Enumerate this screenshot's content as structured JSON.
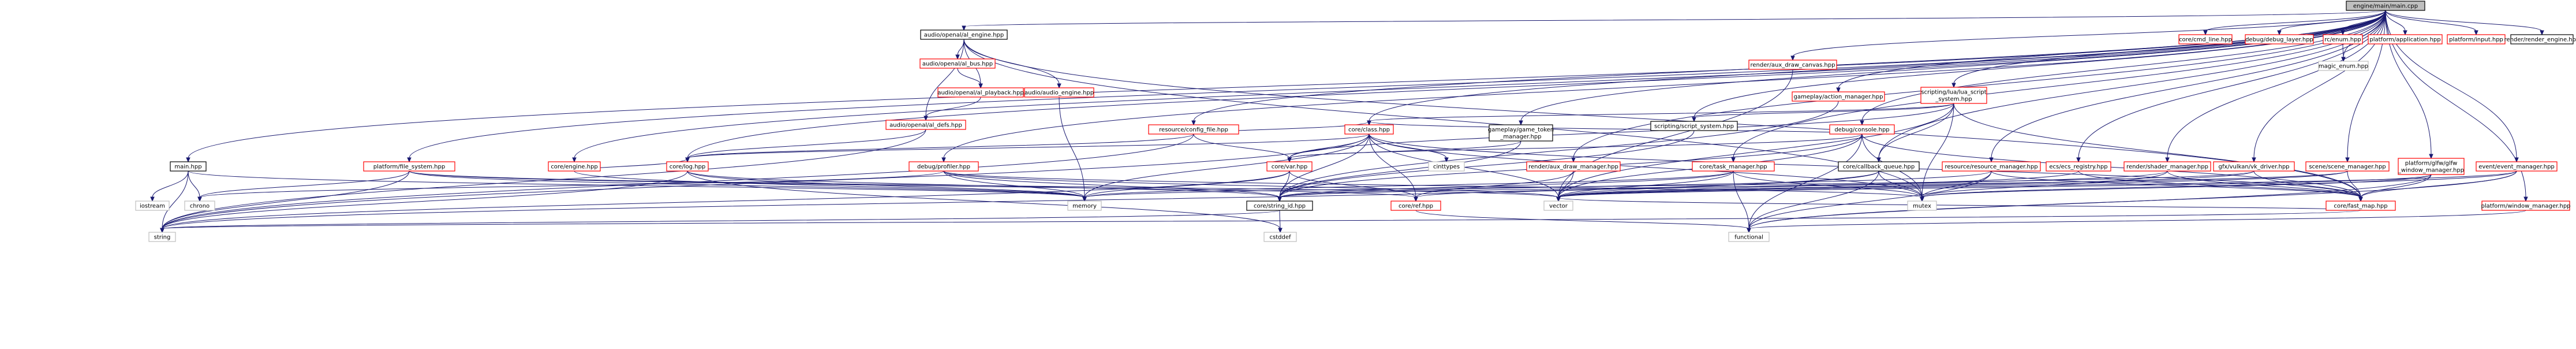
{
  "graph": {
    "root": "engine/main/main.cpp",
    "colors": {
      "root_fill": "#bfbfbf",
      "root_border": "#000000",
      "documented_border": "#000000",
      "undocumented_border": "#ff0000",
      "system_border": "#bfbfbf",
      "edge": "#191970"
    },
    "nodes": [
      {
        "id": "root",
        "label": "engine/main/main.cpp",
        "kind": "root"
      },
      {
        "id": "core_cmd_line",
        "label": "core/cmd_line.hpp",
        "kind": "undocumented"
      },
      {
        "id": "debug_debug_layer",
        "label": "debug/debug_layer.hpp",
        "kind": "undocumented"
      },
      {
        "id": "rc_enum",
        "label": "rc/enum.hpp",
        "kind": "undocumented"
      },
      {
        "id": "platform_application",
        "label": "platform/application.hpp",
        "kind": "undocumented"
      },
      {
        "id": "platform_input",
        "label": "platform/input.hpp",
        "kind": "undocumented"
      },
      {
        "id": "render_render_engine",
        "label": "render/render_engine.hpp",
        "kind": "documented"
      },
      {
        "id": "magic_enum",
        "label": "magic_enum.hpp",
        "kind": "system"
      },
      {
        "id": "audio_engine_openal",
        "label": "audio/openal/al_engine.hpp",
        "kind": "documented"
      },
      {
        "id": "audio_al_bus",
        "label": "audio/openal/al_bus.hpp",
        "kind": "undocumented"
      },
      {
        "id": "audio_al_playback",
        "label": "audio/openal/al_playback.hpp",
        "kind": "undocumented"
      },
      {
        "id": "audio_audio_engine",
        "label": "audio/audio_engine.hpp",
        "kind": "undocumented"
      },
      {
        "id": "audio_al_defs",
        "label": "audio/openal/al_defs.hpp",
        "kind": "undocumented"
      },
      {
        "id": "render_aux_draw_canvas",
        "label": "render/aux_draw_canvas.hpp",
        "kind": "undocumented"
      },
      {
        "id": "gameplay_action_manager",
        "label": "gameplay/action_manager.hpp",
        "kind": "undocumented"
      },
      {
        "id": "scripting_lua",
        "label": "scripting/lua/lua_script\n_system.hpp",
        "kind": "undocumented"
      },
      {
        "id": "scripting_script_system",
        "label": "scripting/script_system.hpp",
        "kind": "documented"
      },
      {
        "id": "gameplay_game_token",
        "label": "gameplay/game_token\n_manager.hpp",
        "kind": "documented"
      },
      {
        "id": "main_hpp",
        "label": "main.hpp",
        "kind": "documented"
      },
      {
        "id": "platform_file_system",
        "label": "platform/file_system.hpp",
        "kind": "undocumented"
      },
      {
        "id": "core_engine",
        "label": "core/engine.hpp",
        "kind": "undocumented"
      },
      {
        "id": "core_log",
        "label": "core/log.hpp",
        "kind": "undocumented"
      },
      {
        "id": "resource_config_file",
        "label": "resource/config_file.hpp",
        "kind": "undocumented"
      },
      {
        "id": "core_class",
        "label": "core/class.hpp",
        "kind": "undocumented"
      },
      {
        "id": "debug_profiler",
        "label": "debug/profiler.hpp",
        "kind": "undocumented"
      },
      {
        "id": "core_var",
        "label": "core/var.hpp",
        "kind": "undocumented"
      },
      {
        "id": "debug_console",
        "label": "debug/console.hpp",
        "kind": "undocumented"
      },
      {
        "id": "render_aux_draw_manager",
        "label": "render/aux_draw_manager.hpp",
        "kind": "undocumented"
      },
      {
        "id": "core_task_manager",
        "label": "core/task_manager.hpp",
        "kind": "undocumented"
      },
      {
        "id": "core_callback_queue",
        "label": "core/callback_queue.hpp",
        "kind": "documented"
      },
      {
        "id": "resource_resource_manager",
        "label": "resource/resource_manager.hpp",
        "kind": "undocumented"
      },
      {
        "id": "ecs_ecs_registry",
        "label": "ecs/ecs_registry.hpp",
        "kind": "undocumented"
      },
      {
        "id": "render_shader_manager",
        "label": "render/shader_manager.hpp",
        "kind": "undocumented"
      },
      {
        "id": "gfx_vulkan_vk_driver",
        "label": "gfx/vulkan/vk_driver.hpp",
        "kind": "undocumented"
      },
      {
        "id": "scene_scene_manager",
        "label": "scene/scene_manager.hpp",
        "kind": "undocumented"
      },
      {
        "id": "platform_glfw_window_manager",
        "label": "platform/glfw/glfw\n_window_manager.hpp",
        "kind": "undocumented"
      },
      {
        "id": "event_event_manager",
        "label": "event/event_manager.hpp",
        "kind": "undocumented"
      },
      {
        "id": "platform_window_manager",
        "label": "platform/window_manager.hpp",
        "kind": "undocumented"
      },
      {
        "id": "cinttypes",
        "label": "cinttypes",
        "kind": "system"
      },
      {
        "id": "iostream",
        "label": "iostream",
        "kind": "system"
      },
      {
        "id": "chrono",
        "label": "chrono",
        "kind": "system"
      },
      {
        "id": "memory",
        "label": "memory",
        "kind": "system"
      },
      {
        "id": "core_string_id",
        "label": "core/string_id.hpp",
        "kind": "documented"
      },
      {
        "id": "core_ref",
        "label": "core/ref.hpp",
        "kind": "undocumented"
      },
      {
        "id": "vector",
        "label": "vector",
        "kind": "system"
      },
      {
        "id": "mutex",
        "label": "mutex",
        "kind": "system"
      },
      {
        "id": "core_fast_map",
        "label": "core/fast_map.hpp",
        "kind": "undocumented"
      },
      {
        "id": "string",
        "label": "string",
        "kind": "system"
      },
      {
        "id": "cstddef",
        "label": "cstddef",
        "kind": "system"
      },
      {
        "id": "functional",
        "label": "functional",
        "kind": "system"
      }
    ],
    "edges": [
      [
        "root",
        "core_cmd_line"
      ],
      [
        "root",
        "debug_debug_layer"
      ],
      [
        "root",
        "rc_enum"
      ],
      [
        "root",
        "platform_application"
      ],
      [
        "root",
        "platform_input"
      ],
      [
        "root",
        "render_render_engine"
      ],
      [
        "root",
        "audio_engine_openal"
      ],
      [
        "root",
        "render_aux_draw_canvas"
      ],
      [
        "root",
        "gameplay_action_manager"
      ],
      [
        "root",
        "scripting_lua"
      ],
      [
        "root",
        "scripting_script_system"
      ],
      [
        "root",
        "gameplay_game_token"
      ],
      [
        "root",
        "main_hpp"
      ],
      [
        "root",
        "platform_file_system"
      ],
      [
        "root",
        "core_engine"
      ],
      [
        "root",
        "core_log"
      ],
      [
        "root",
        "resource_config_file"
      ],
      [
        "root",
        "core_class"
      ],
      [
        "root",
        "debug_profiler"
      ],
      [
        "root",
        "debug_console"
      ],
      [
        "root",
        "render_aux_draw_manager"
      ],
      [
        "root",
        "core_task_manager"
      ],
      [
        "root",
        "core_callback_queue"
      ],
      [
        "root",
        "resource_resource_manager"
      ],
      [
        "root",
        "ecs_ecs_registry"
      ],
      [
        "root",
        "render_shader_manager"
      ],
      [
        "root",
        "gfx_vulkan_vk_driver"
      ],
      [
        "root",
        "scene_scene_manager"
      ],
      [
        "root",
        "platform_glfw_window_manager"
      ],
      [
        "root",
        "event_event_manager"
      ],
      [
        "root",
        "platform_window_manager"
      ],
      [
        "root",
        "magic_enum"
      ],
      [
        "rc_enum",
        "magic_enum"
      ],
      [
        "audio_engine_openal",
        "audio_al_bus"
      ],
      [
        "audio_engine_openal",
        "audio_al_playback"
      ],
      [
        "audio_engine_openal",
        "audio_audio_engine"
      ],
      [
        "audio_engine_openal",
        "audio_al_defs"
      ],
      [
        "audio_engine_openal",
        "mutex"
      ],
      [
        "audio_engine_openal",
        "core_fast_map"
      ],
      [
        "audio_al_bus",
        "audio_al_playback"
      ],
      [
        "audio_al_playback",
        "audio_al_defs"
      ],
      [
        "audio_al_defs",
        "core_log"
      ],
      [
        "audio_al_defs",
        "string"
      ],
      [
        "audio_audio_engine",
        "memory"
      ],
      [
        "render_aux_draw_canvas",
        "vector"
      ],
      [
        "gameplay_action_manager",
        "core_string_id"
      ],
      [
        "scripting_lua",
        "scripting_script_system"
      ],
      [
        "scripting_lua",
        "core_class"
      ],
      [
        "scripting_lua",
        "core_var"
      ],
      [
        "scripting_lua",
        "vector"
      ],
      [
        "scripting_lua",
        "mutex"
      ],
      [
        "scripting_lua",
        "core_callback_queue"
      ],
      [
        "scripting_lua",
        "core_fast_map"
      ],
      [
        "scripting_script_system",
        "core_string_id"
      ],
      [
        "gameplay_game_token",
        "core_var"
      ],
      [
        "gameplay_game_token",
        "core_string_id"
      ],
      [
        "main_hpp",
        "iostream"
      ],
      [
        "main_hpp",
        "chrono"
      ],
      [
        "main_hpp",
        "string"
      ],
      [
        "main_hpp",
        "memory"
      ],
      [
        "platform_file_system",
        "memory"
      ],
      [
        "platform_file_system",
        "string"
      ],
      [
        "platform_file_system",
        "chrono"
      ],
      [
        "platform_file_system",
        "vector"
      ],
      [
        "platform_file_system",
        "core_ref"
      ],
      [
        "core_engine",
        "memory"
      ],
      [
        "core_engine",
        "core_log"
      ],
      [
        "core_log",
        "memory"
      ],
      [
        "core_log",
        "string"
      ],
      [
        "core_log",
        "cstddef"
      ],
      [
        "core_log",
        "core_string_id"
      ],
      [
        "resource_config_file",
        "core_log"
      ],
      [
        "resource_config_file",
        "core_var"
      ],
      [
        "resource_config_file",
        "core_class"
      ],
      [
        "resource_config_file",
        "string"
      ],
      [
        "core_class",
        "cinttypes"
      ],
      [
        "core_class",
        "core_var"
      ],
      [
        "core_class",
        "core_string_id"
      ],
      [
        "core_class",
        "core_ref"
      ],
      [
        "core_class",
        "vector"
      ],
      [
        "core_class",
        "memory"
      ],
      [
        "core_class",
        "core_log"
      ],
      [
        "core_class",
        "mutex"
      ],
      [
        "core_class",
        "core_fast_map"
      ],
      [
        "core_class",
        "string"
      ],
      [
        "debug_profiler",
        "core_string_id"
      ],
      [
        "debug_profiler",
        "vector"
      ],
      [
        "debug_profiler",
        "mutex"
      ],
      [
        "debug_profiler",
        "chrono"
      ],
      [
        "debug_profiler",
        "memory"
      ],
      [
        "core_var",
        "core_string_id"
      ],
      [
        "core_var",
        "string"
      ],
      [
        "core_var",
        "memory"
      ],
      [
        "core_var",
        "core_ref"
      ],
      [
        "debug_console",
        "core_var"
      ],
      [
        "debug_console",
        "core_class"
      ],
      [
        "debug_console",
        "core_string_id"
      ],
      [
        "debug_console",
        "vector"
      ],
      [
        "debug_console",
        "mutex"
      ],
      [
        "debug_console",
        "core_fast_map"
      ],
      [
        "debug_console",
        "functional"
      ],
      [
        "render_aux_draw_manager",
        "core_ref"
      ],
      [
        "render_aux_draw_manager",
        "vector"
      ],
      [
        "core_task_manager",
        "memory"
      ],
      [
        "core_task_manager",
        "functional"
      ],
      [
        "core_task_manager",
        "mutex"
      ],
      [
        "core_task_manager",
        "vector"
      ],
      [
        "core_task_manager",
        "core_string_id"
      ],
      [
        "core_callback_queue",
        "functional"
      ],
      [
        "core_callback_queue",
        "mutex"
      ],
      [
        "core_callback_queue",
        "vector"
      ],
      [
        "core_callback_queue",
        "string"
      ],
      [
        "resource_resource_manager",
        "core_string_id"
      ],
      [
        "resource_resource_manager",
        "core_fast_map"
      ],
      [
        "resource_resource_manager",
        "mutex"
      ],
      [
        "resource_resource_manager",
        "functional"
      ],
      [
        "ecs_ecs_registry",
        "vector"
      ],
      [
        "ecs_ecs_registry",
        "core_fast_map"
      ],
      [
        "render_shader_manager",
        "core_fast_map"
      ],
      [
        "render_shader_manager",
        "core_ref"
      ],
      [
        "render_shader_manager",
        "mutex"
      ],
      [
        "gfx_vulkan_vk_driver",
        "vector"
      ],
      [
        "gfx_vulkan_vk_driver",
        "core_fast_map"
      ],
      [
        "gfx_vulkan_vk_driver",
        "memory"
      ],
      [
        "scene_scene_manager",
        "core_string_id"
      ],
      [
        "scene_scene_manager",
        "core_fast_map"
      ],
      [
        "scene_scene_manager",
        "vector"
      ],
      [
        "platform_glfw_window_manager",
        "vector"
      ],
      [
        "platform_glfw_window_manager",
        "functional"
      ],
      [
        "platform_glfw_window_manager",
        "core_fast_map"
      ],
      [
        "platform_glfw_window_manager",
        "mutex"
      ],
      [
        "event_event_manager",
        "functional"
      ],
      [
        "event_event_manager",
        "core_fast_map"
      ],
      [
        "event_event_manager",
        "vector"
      ],
      [
        "event_event_manager",
        "mutex"
      ],
      [
        "platform_window_manager",
        "functional"
      ],
      [
        "core_string_id",
        "string"
      ],
      [
        "core_string_id",
        "cstddef"
      ],
      [
        "core_ref",
        "functional"
      ],
      [
        "core_fast_map",
        "vector"
      ],
      [
        "core_fast_map",
        "string"
      ]
    ]
  }
}
